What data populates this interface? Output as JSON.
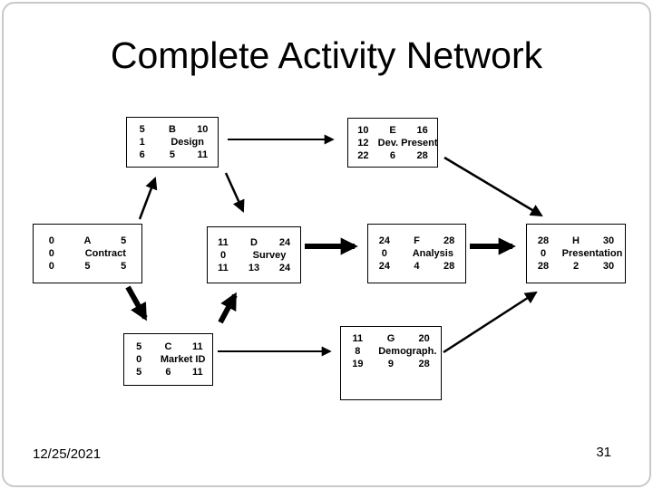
{
  "slide": {
    "title": "Complete Activity Network"
  },
  "footer": {
    "date": "12/25/2021",
    "page": "31"
  },
  "nodes": [
    {
      "id": "B",
      "es": "5",
      "letter": "B",
      "ef": "10",
      "slack": "1",
      "name": "Design",
      "ls": "6",
      "dur": "5",
      "lf": "11"
    },
    {
      "id": "E",
      "es": "10",
      "letter": "E",
      "ef": "16",
      "slack": "12",
      "name": "Dev. Present",
      "ls": "22",
      "dur": "6",
      "lf": "28"
    },
    {
      "id": "A",
      "es": "0",
      "letter": "A",
      "ef": "5",
      "slack": "0",
      "name": "Contract",
      "ls": "0",
      "dur": "5",
      "lf": "5"
    },
    {
      "id": "D",
      "es": "11",
      "letter": "D",
      "ef": "24",
      "slack": "0",
      "name": "Survey",
      "ls": "11",
      "dur": "13",
      "lf": "24"
    },
    {
      "id": "F",
      "es": "24",
      "letter": "F",
      "ef": "28",
      "slack": "0",
      "name": "Analysis",
      "ls": "24",
      "dur": "4",
      "lf": "28"
    },
    {
      "id": "H",
      "es": "28",
      "letter": "H",
      "ef": "30",
      "slack": "0",
      "name": "Presentation",
      "ls": "28",
      "dur": "2",
      "lf": "30"
    },
    {
      "id": "C",
      "es": "5",
      "letter": "C",
      "ef": "11",
      "slack": "0",
      "name": "Market ID",
      "ls": "5",
      "dur": "6",
      "lf": "11"
    },
    {
      "id": "G",
      "es": "11",
      "letter": "G",
      "ef": "20",
      "slack": "8",
      "name": "Demograph.",
      "ls": "19",
      "dur": "9",
      "lf": "28"
    }
  ],
  "edges": [
    {
      "from": "A",
      "to": "B",
      "weight": "thin"
    },
    {
      "from": "B",
      "to": "E",
      "weight": "thin"
    },
    {
      "from": "B",
      "to": "D",
      "weight": "thin"
    },
    {
      "from": "A",
      "to": "C",
      "weight": "thick"
    },
    {
      "from": "C",
      "to": "D",
      "weight": "thick"
    },
    {
      "from": "D",
      "to": "F",
      "weight": "thick"
    },
    {
      "from": "F",
      "to": "H",
      "weight": "thick"
    },
    {
      "from": "E",
      "to": "H",
      "weight": "thin"
    },
    {
      "from": "C",
      "to": "G",
      "weight": "thin"
    },
    {
      "from": "G",
      "to": "H",
      "weight": "thin"
    }
  ],
  "colors": {
    "ink": "#000000",
    "background": "#ffffff",
    "frame": "#c9c9c9"
  }
}
